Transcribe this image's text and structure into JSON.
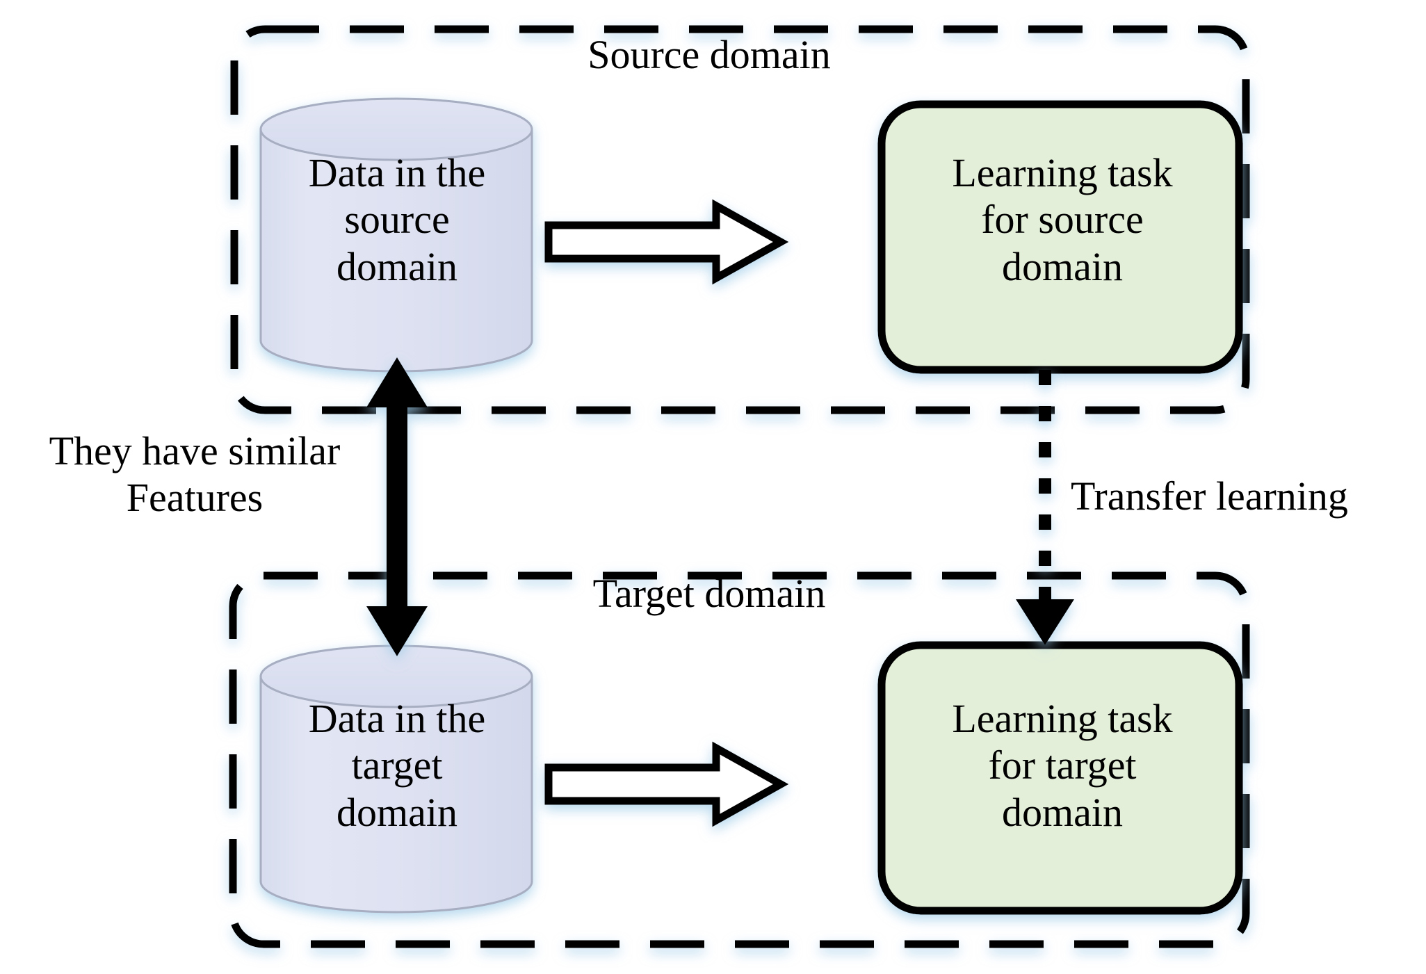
{
  "diagram": {
    "title_source": "Source domain",
    "title_target": "Target domain",
    "frames": [
      {
        "name": "source-domain-frame",
        "label": "Source domain",
        "style": "dashed-rounded-rect"
      },
      {
        "name": "target-domain-frame",
        "label": "Target domain",
        "style": "dashed-rounded-rect"
      }
    ],
    "nodes": {
      "source_data": {
        "label": "Data in the\nsource\ndomain",
        "shape": "cylinder",
        "fill": "#dce0f0"
      },
      "target_data": {
        "label": "Data in the\ntarget\ndomain",
        "shape": "cylinder",
        "fill": "#dce0f0"
      },
      "source_task": {
        "label": "Learning task\nfor source\ndomain",
        "shape": "rounded-rect",
        "fill": "#e3efd9"
      },
      "target_task": {
        "label": "Learning task\nfor target\ndomain",
        "shape": "rounded-rect",
        "fill": "#e3efd9"
      }
    },
    "connectors": {
      "source_flow": {
        "name": "source-block-arrow",
        "style": "hollow-block-arrow",
        "direction": "right"
      },
      "target_flow": {
        "name": "target-block-arrow",
        "style": "hollow-block-arrow",
        "direction": "right"
      },
      "similarity": {
        "name": "similarity-double-arrow",
        "style": "solid-double-headed-arrow",
        "direction": "vertical",
        "label": "They have similar\nFeatures"
      },
      "transfer": {
        "name": "transfer-dotted-arrow",
        "style": "dotted-arrow",
        "direction": "down",
        "label": "Transfer learning"
      }
    },
    "annotations": {
      "similar_features": "They have similar\nFeatures",
      "transfer_learning": "Transfer learning"
    },
    "colors": {
      "cylinder_fill": "#dce0f0",
      "cylinder_stroke": "#9aa0b5",
      "box_fill": "#e3efd9",
      "box_stroke": "#000000",
      "line": "#000000",
      "background": "#ffffff",
      "glow": "#cfe4f5"
    }
  }
}
